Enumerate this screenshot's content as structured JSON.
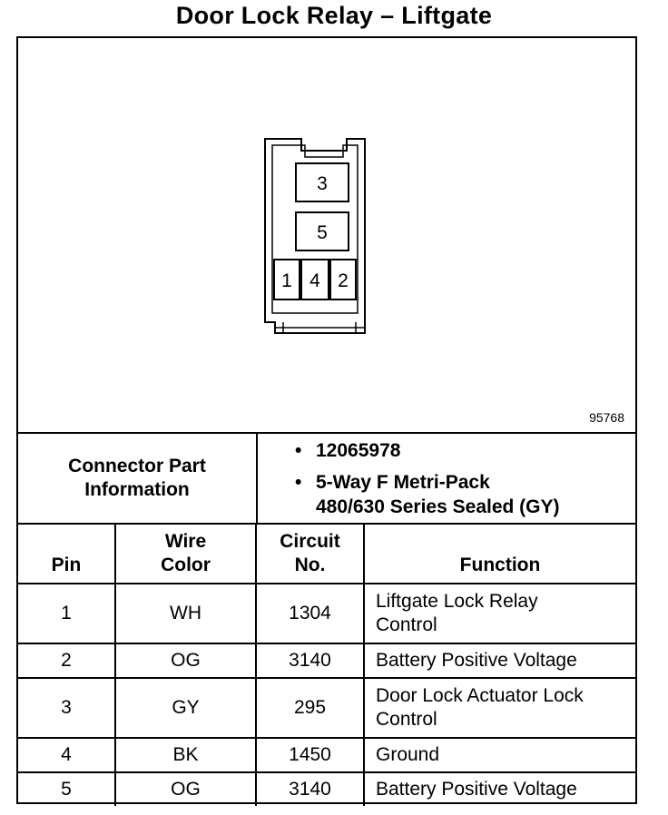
{
  "title": "Door Lock Relay – Liftgate",
  "diagram": {
    "figure_number": "95768",
    "cavities": [
      "3",
      "5",
      "1",
      "4",
      "2"
    ]
  },
  "connector_info": {
    "label_line1": "Connector Part",
    "label_line2": "Information",
    "bullet_glyph": "•",
    "part_number": "12065978",
    "description_line1": "5-Way F Metri-Pack",
    "description_line2": "480/630 Series Sealed (GY)"
  },
  "table": {
    "headers": {
      "pin": "Pin",
      "wire_color_line1": "Wire",
      "wire_color_line2": "Color",
      "circuit_line1": "Circuit",
      "circuit_line2": "No.",
      "function": "Function"
    },
    "rows": [
      {
        "pin": "1",
        "wire": "WH",
        "circuit": "1304",
        "function_line1": "Liftgate Lock Relay",
        "function_line2": "Control"
      },
      {
        "pin": "2",
        "wire": "OG",
        "circuit": "3140",
        "function_line1": "Battery Positive Voltage",
        "function_line2": ""
      },
      {
        "pin": "3",
        "wire": "GY",
        "circuit": "295",
        "function_line1": "Door Lock Actuator Lock",
        "function_line2": "Control"
      },
      {
        "pin": "4",
        "wire": "BK",
        "circuit": "1450",
        "function_line1": "Ground",
        "function_line2": ""
      },
      {
        "pin": "5",
        "wire": "OG",
        "circuit": "3140",
        "function_line1": "Battery Positive Voltage",
        "function_line2": ""
      }
    ]
  }
}
